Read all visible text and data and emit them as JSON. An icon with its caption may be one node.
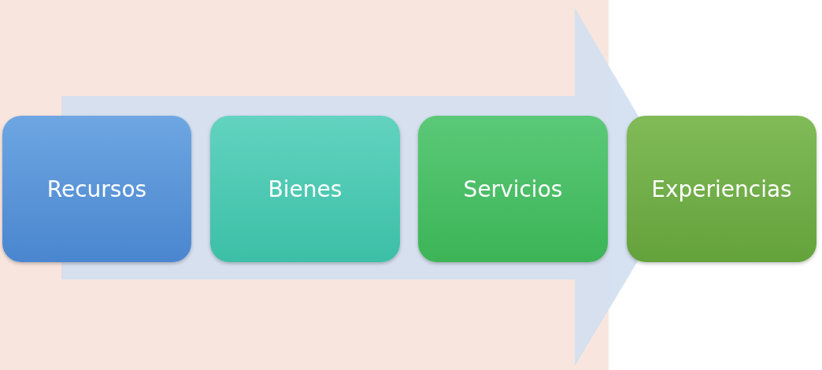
{
  "diagram": {
    "nodes": [
      {
        "text": [
          "Recursos"
        ]
      },
      {
        "text": [
          "Bienes"
        ]
      },
      {
        "text": [
          "Servicios"
        ]
      },
      {
        "text": [
          "Experiencias"
        ]
      }
    ],
    "edges": [
      {
        "from": 0,
        "to": 3,
        "arrow": "to"
      }
    ]
  }
}
